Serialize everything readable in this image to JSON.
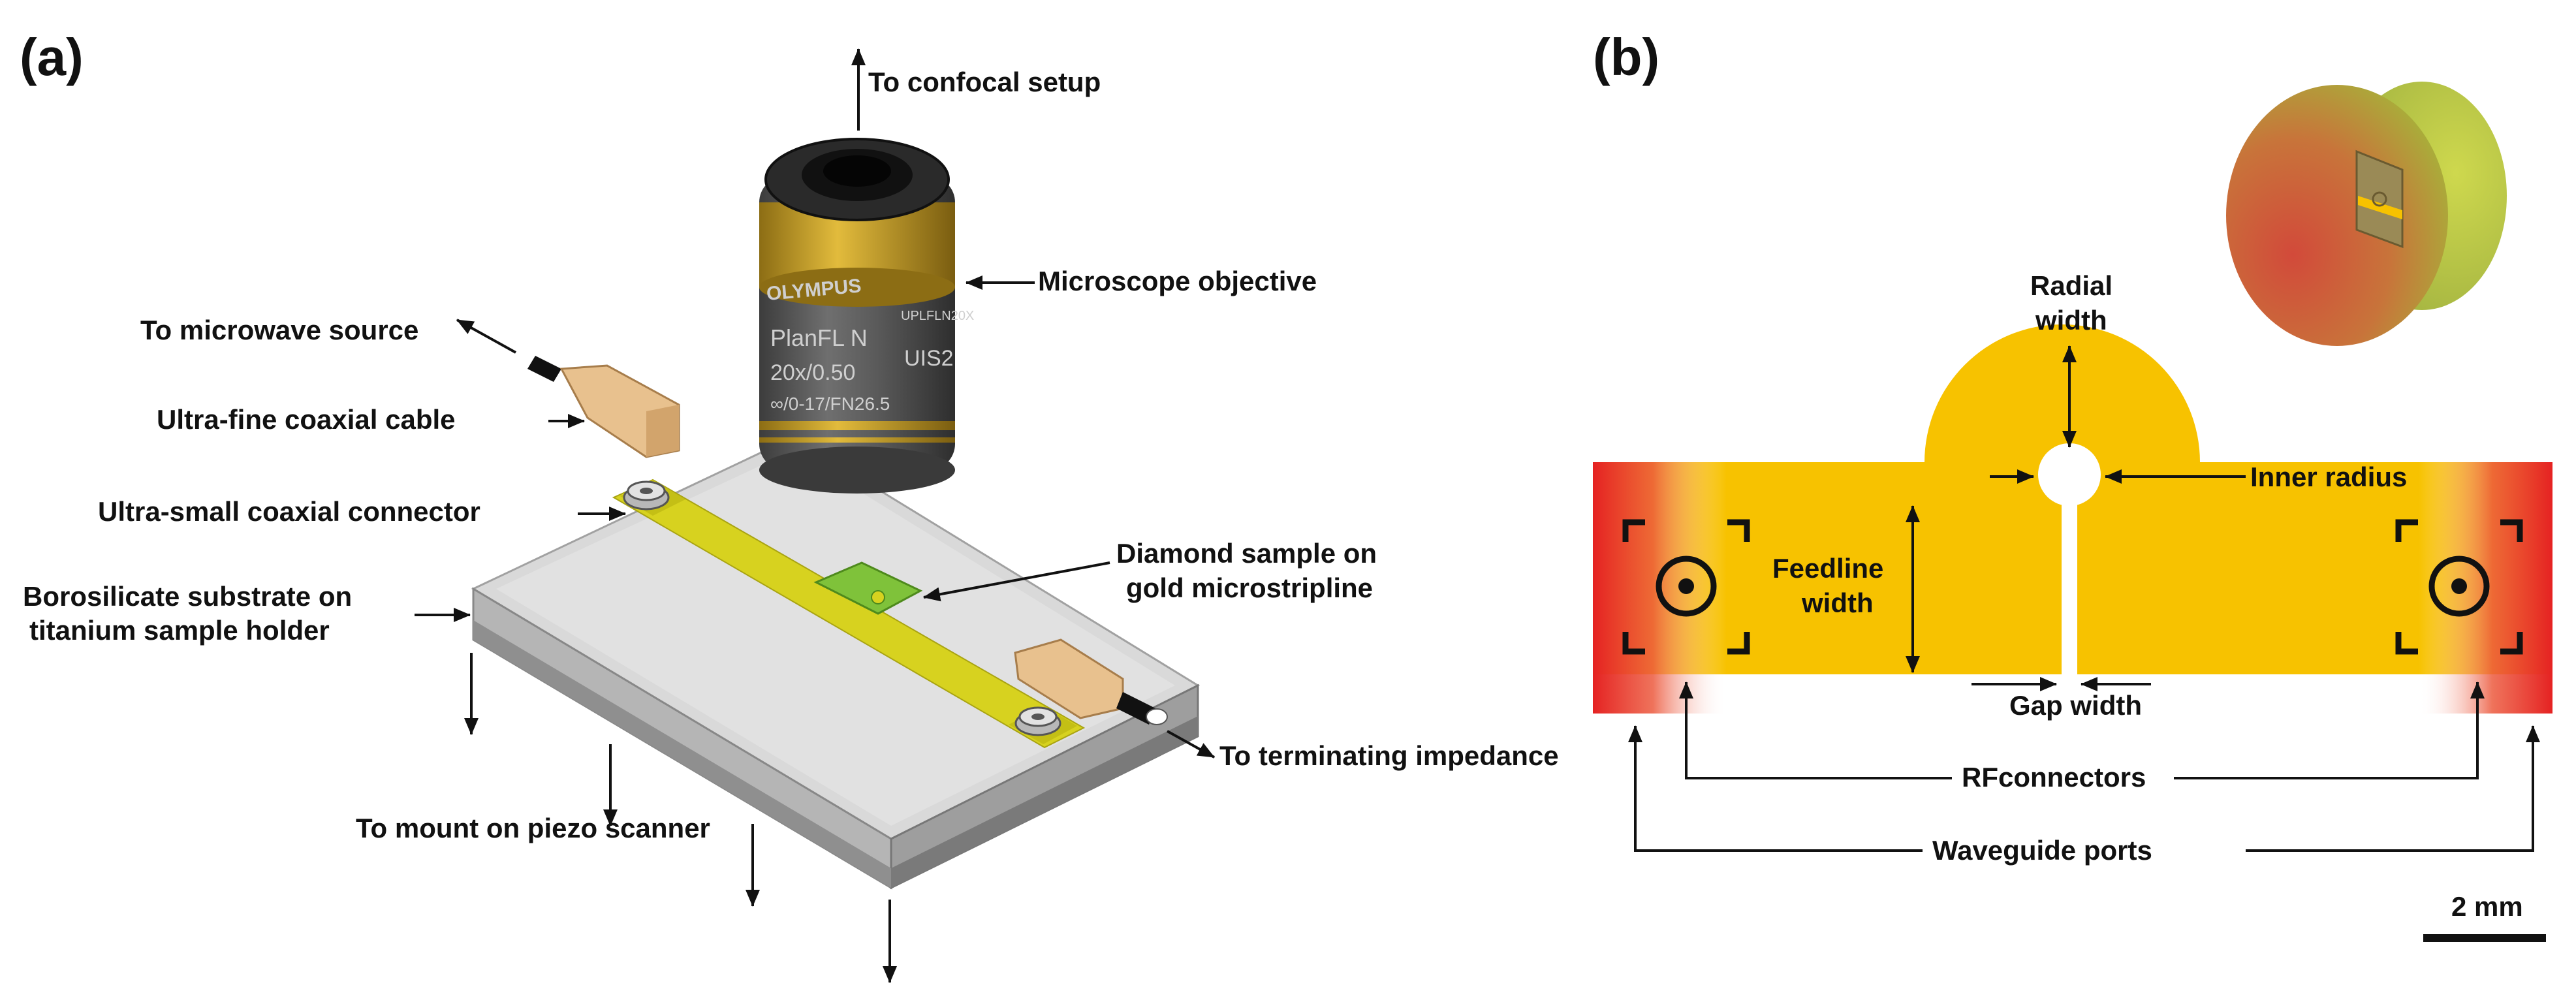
{
  "panel_a": {
    "letter": "(a)",
    "labels": {
      "to_confocal": "To confocal setup",
      "objective": "Microscope objective",
      "to_microwave": "To microwave source",
      "coax_cable": "Ultra-fine coaxial cable",
      "coax_connector": "Ultra-small coaxial connector",
      "diamond_line1": "Diamond sample on",
      "diamond_line2": "gold microstripline",
      "substrate_line1": "Borosilicate substrate on",
      "substrate_line2": "titanium sample holder",
      "to_impedance": "To terminating impedance",
      "to_mount": "To mount on piezo scanner"
    },
    "objective_text": {
      "brand": "OLYMPUS",
      "model": "UPLFLN20X",
      "line1": "PlanFL N",
      "line2": "20x/0.50",
      "line3": "∞/0-17/FN26.5",
      "uis": "UIS2"
    }
  },
  "panel_b": {
    "letter": "(b)",
    "labels": {
      "radial_line1": "Radial",
      "radial_line2": "width",
      "inner_radius": "Inner radius",
      "feedline_line1": "Feedline",
      "feedline_line2": "width",
      "gap_width": "Gap width",
      "rf_connectors": "RFconnectors",
      "waveguide_ports": "Waveguide ports",
      "scale": "2 mm"
    }
  },
  "colors": {
    "gold": "#f7c200",
    "port_red": "#e52222",
    "substrate": "#c9c9c9",
    "objective_body": "#5a5a5a",
    "objective_ring": "#c9a229",
    "connector_tan": "#e8c18e",
    "microstrip": "#d7d21f",
    "diamond": "#7fc23a"
  }
}
